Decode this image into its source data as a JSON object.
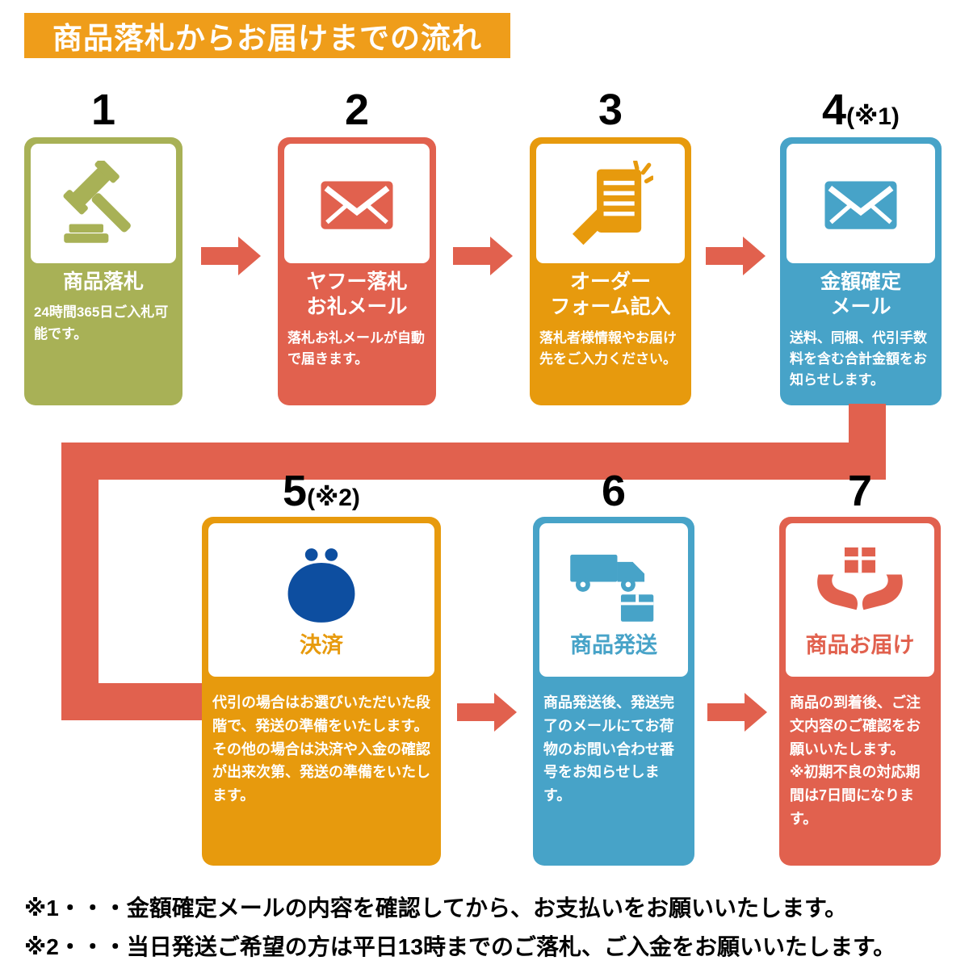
{
  "banner": {
    "title": "商品落札からお届けまでの流れ",
    "color": "#EF9D1A"
  },
  "colors": {
    "arrow": "#E1614E",
    "background": "#FFFFFF",
    "number_text": "#000000"
  },
  "steps": [
    {
      "number": "1",
      "suffix": "",
      "title": "商品落札",
      "body": "24時間365日ご入札可能です。",
      "color": "#A8B156",
      "icon_color": "#A8B156",
      "icon": "gavel-icon"
    },
    {
      "number": "2",
      "suffix": "",
      "title": "ヤフー落札\nお礼メール",
      "body": "落札お礼メールが自動で届きます。",
      "color": "#E1614E",
      "icon_color": "#E1614E",
      "icon": "mail-icon"
    },
    {
      "number": "3",
      "suffix": "",
      "title": "オーダー\nフォーム記入",
      "body": "落札者様情報やお届け先をご入力ください。",
      "color": "#E79A0D",
      "icon_color": "#E79A0D",
      "icon": "pencil-form-icon"
    },
    {
      "number": "4",
      "suffix": "(※1)",
      "title": "金額確定\nメール",
      "body": "送料、同梱、代引手数料を含む合計金額をお知らせします。",
      "color": "#47A3C8",
      "icon_color": "#47A3C8",
      "icon": "mail-icon"
    },
    {
      "number": "5",
      "suffix": "(※2)",
      "title": "決済",
      "body": "代引の場合はお選びいただいた段階で、発送の準備をいたします。\nその他の場合は決済や入金の確認が出来次第、発送の準備をいたします。",
      "color": "#E79A0D",
      "icon_color": "#0D4EA0",
      "icon": "purse-icon"
    },
    {
      "number": "6",
      "suffix": "",
      "title": "商品発送",
      "body": "商品発送後、発送完了のメールにてお荷物のお問い合わせ番号をお知らせします。",
      "color": "#47A3C8",
      "icon_color": "#47A3C8",
      "icon": "truck-box-icon"
    },
    {
      "number": "7",
      "suffix": "",
      "title": "商品お届け",
      "body": "商品の到着後、ご注文内容のご確認をお願いいたします。\n※初期不良の対応期間は7日間になります。",
      "color": "#E1614E",
      "icon_color": "#E1614E",
      "icon": "hands-box-icon"
    }
  ],
  "notes": [
    "※1・・・金額確定メールの内容を確認してから、お支払いをお願いいたします。",
    "※2・・・当日発送ご希望の方は平日13時までのご落札、ご入金をお願いいたします。"
  ]
}
